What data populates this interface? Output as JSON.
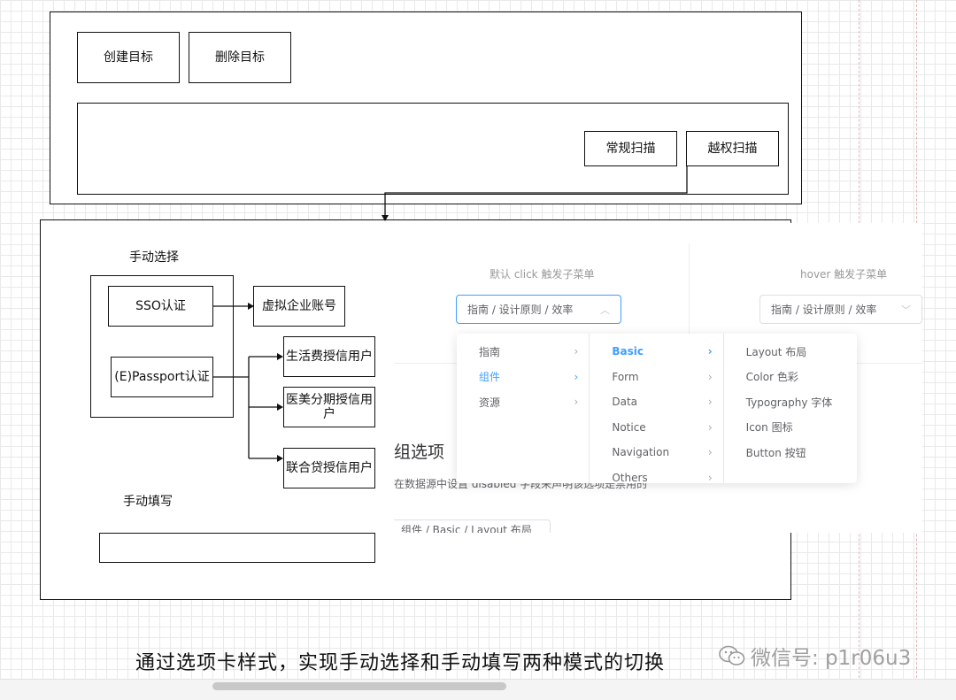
{
  "top_section": {
    "create_target": "创建目标",
    "delete_target": "删除目标",
    "normal_scan": "常规扫描",
    "privilege_scan": "越权扫描"
  },
  "diagram": {
    "manual_select_title": "手动选择",
    "sso_auth": "SSO认证",
    "virtual_account": "虚拟企业账号",
    "passport_auth": "(E)Passport认证",
    "living_credit": "生活费授信用户",
    "beauty_credit": "医美分期授信用户",
    "joint_loan_credit": "联合贷授信用户",
    "manual_fill_title": "手动填写"
  },
  "cascader_demo": {
    "click_header": "默认 click 触发子菜单",
    "hover_header": "hover 触发子菜单",
    "click_value": "指南 / 设计原则 / 效率",
    "hover_value": "指南 / 设计原则 / 效率",
    "col1": [
      "指南",
      "组件",
      "资源"
    ],
    "col2": [
      "Basic",
      "Form",
      "Data",
      "Notice",
      "Navigation",
      "Others"
    ],
    "col3": [
      "Layout 布局",
      "Color 色彩",
      "Typography 字体",
      "Icon 图标",
      "Button 按钮"
    ],
    "section_title_fragment": "组选项",
    "section_desc_fragment": "在数据源中设置  disabled  字段来声明该选项是禁用的",
    "input_fragment": "组件 / Basic / Layout 布局"
  },
  "caption": "通过选项卡样式，实现手动选择和手动填写两种模式的切换",
  "watermark": "微信号: p1r06u3",
  "colors": {
    "accent": "#409eff",
    "text": "#606266",
    "border": "#111111"
  }
}
